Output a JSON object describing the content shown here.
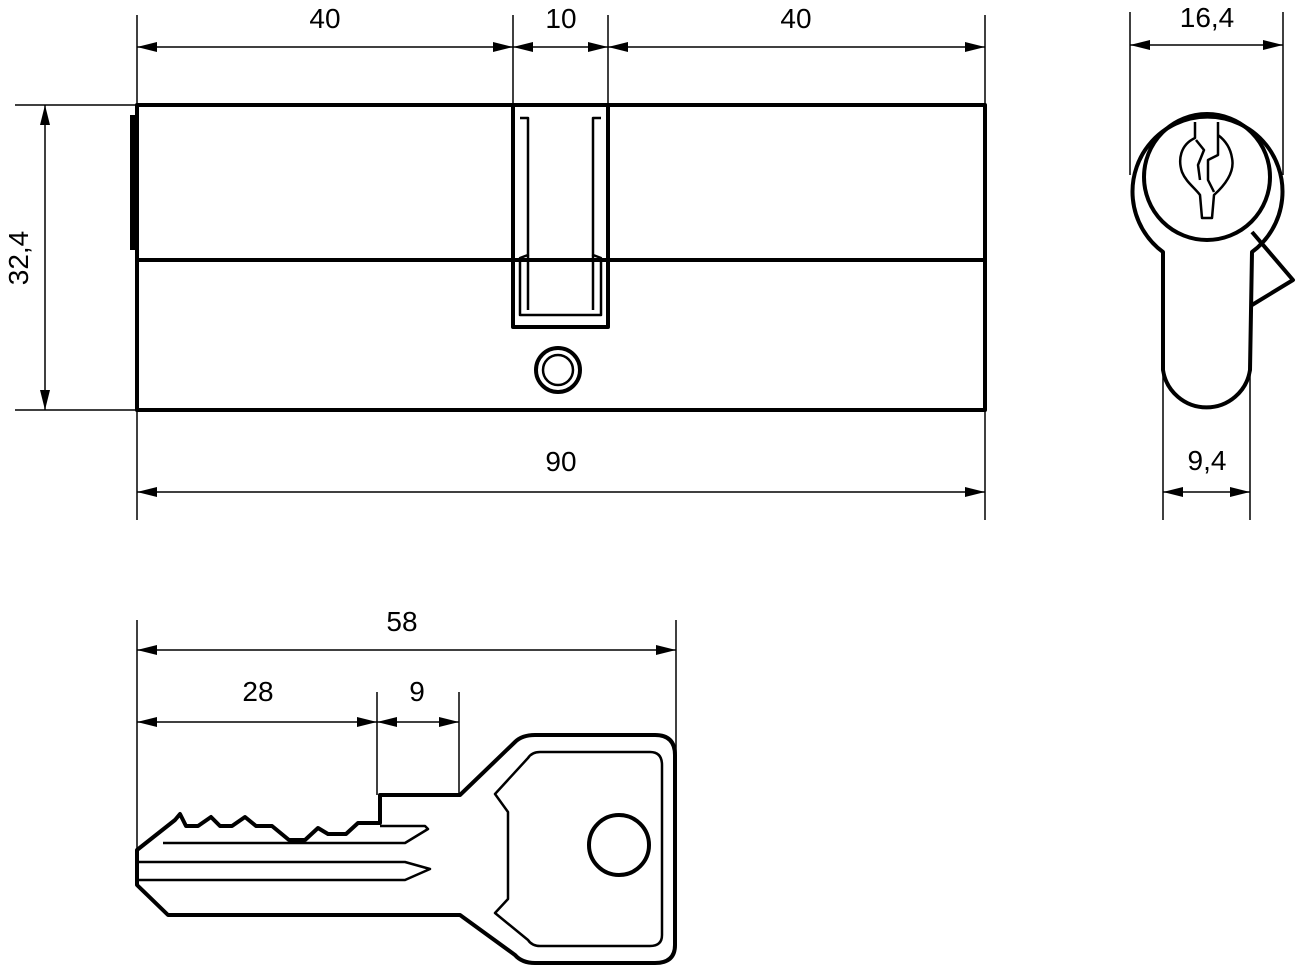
{
  "cylinder": {
    "dims": {
      "left_length": "40",
      "cam_width": "10",
      "right_length": "40",
      "height": "32,4",
      "total_length": "90",
      "end_width": "16,4",
      "body_width": "9,4"
    }
  },
  "key": {
    "dims": {
      "total_length": "58",
      "blade_length": "28",
      "shoulder": "9"
    }
  }
}
